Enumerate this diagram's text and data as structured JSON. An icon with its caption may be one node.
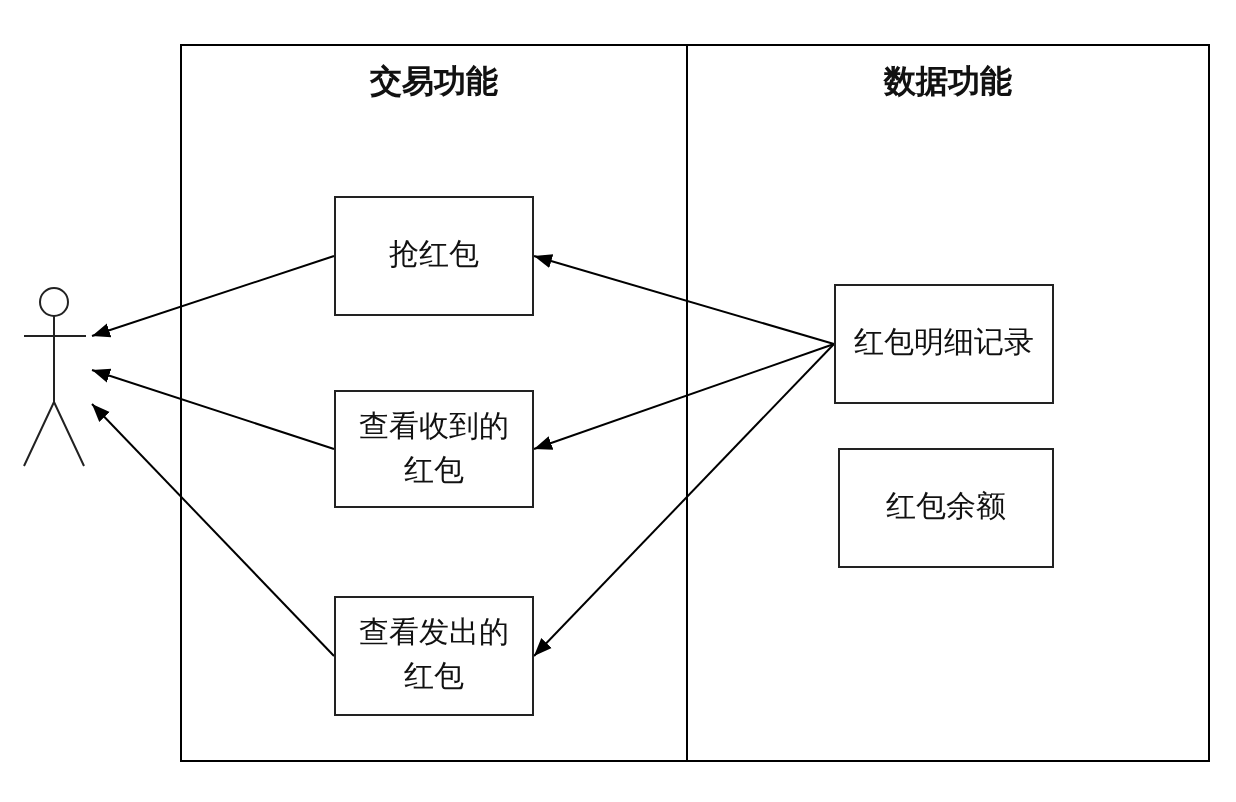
{
  "diagram": {
    "nodes": [
      {
        "text": [
          "交易功能"
        ]
      },
      {
        "text": [
          "数据功能"
        ]
      },
      {
        "text": [],
        "shape": "person"
      },
      {
        "text": [
          "抢红包"
        ],
        "in": 0
      },
      {
        "text": [
          "查看收到的红包"
        ],
        "in": 0
      },
      {
        "text": [
          "查看发出的红包"
        ],
        "in": 0
      },
      {
        "text": [
          "红包明细记录"
        ],
        "in": 1
      },
      {
        "text": [
          "红包余额"
        ],
        "in": 1
      }
    ],
    "edges": [
      {
        "from": 3,
        "to": 2,
        "arrow": "to"
      },
      {
        "from": 4,
        "to": 2,
        "arrow": "to"
      },
      {
        "from": 5,
        "to": 2,
        "arrow": "to"
      },
      {
        "from": 6,
        "to": 3,
        "arrow": "to"
      },
      {
        "from": 6,
        "to": 4,
        "arrow": "to"
      },
      {
        "from": 6,
        "to": 5,
        "arrow": "to"
      }
    ]
  }
}
